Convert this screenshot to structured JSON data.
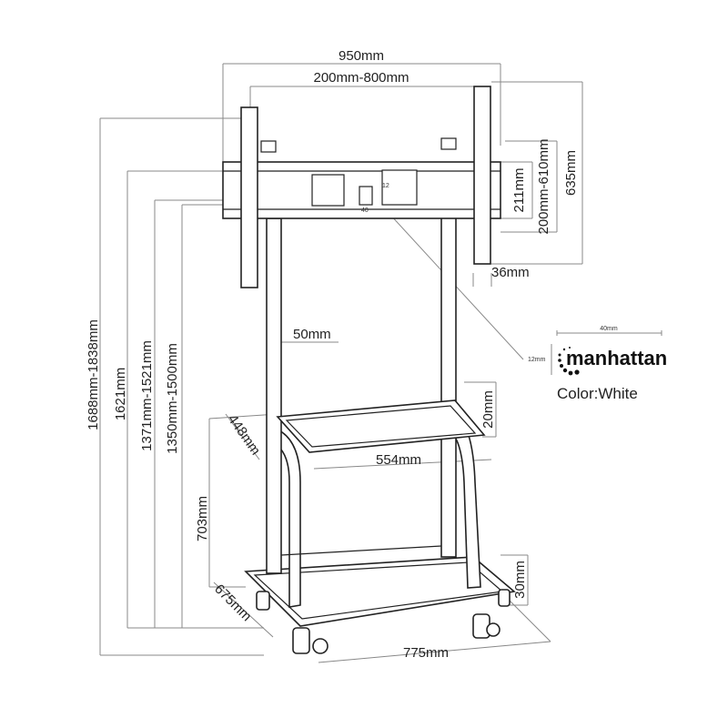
{
  "dimensions": {
    "overall_width": "950mm",
    "vesa_width": "200mm-800mm",
    "plate_height": "211mm",
    "vesa_height": "200mm-610mm",
    "arm_height": "635mm",
    "arm_depth": "36mm",
    "column_width": "50mm",
    "total_height": "1688mm-1838mm",
    "frame_height": "1621mm",
    "plate_top_height": "1371mm-1521mm",
    "center_height": "1350mm-1500mm",
    "shelf_depth": "448mm",
    "shelf_thickness": "20mm",
    "shelf_width": "554mm",
    "shelf_height": "703mm",
    "base_depth": "675mm",
    "base_thickness": "30mm",
    "base_width": "775mm"
  },
  "detail_labels": {
    "a": "12",
    "b": "40"
  },
  "logo": {
    "brand": "manhattan",
    "width_label": "40mm",
    "height_label": "12mm"
  },
  "color_label": "Color:White"
}
